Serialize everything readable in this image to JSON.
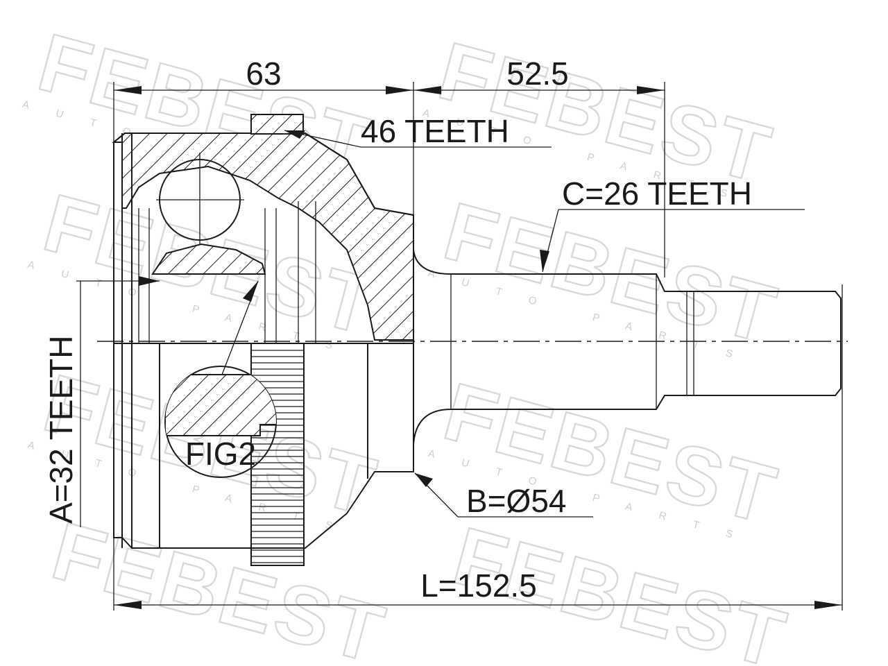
{
  "watermark": {
    "brand": "FEBEST",
    "tagline": "AUTO PARTS"
  },
  "dimensions": {
    "cup_length": "63",
    "shaft_length": "52.5",
    "total_length": "L=152.5"
  },
  "callouts": {
    "outer_teeth": "46 TEETH",
    "shaft_spline": "C=26 TEETH",
    "seal_diameter": "B=Ø54",
    "inner_spline": "A=32 TEETH",
    "figure_ref": "FIG2"
  }
}
